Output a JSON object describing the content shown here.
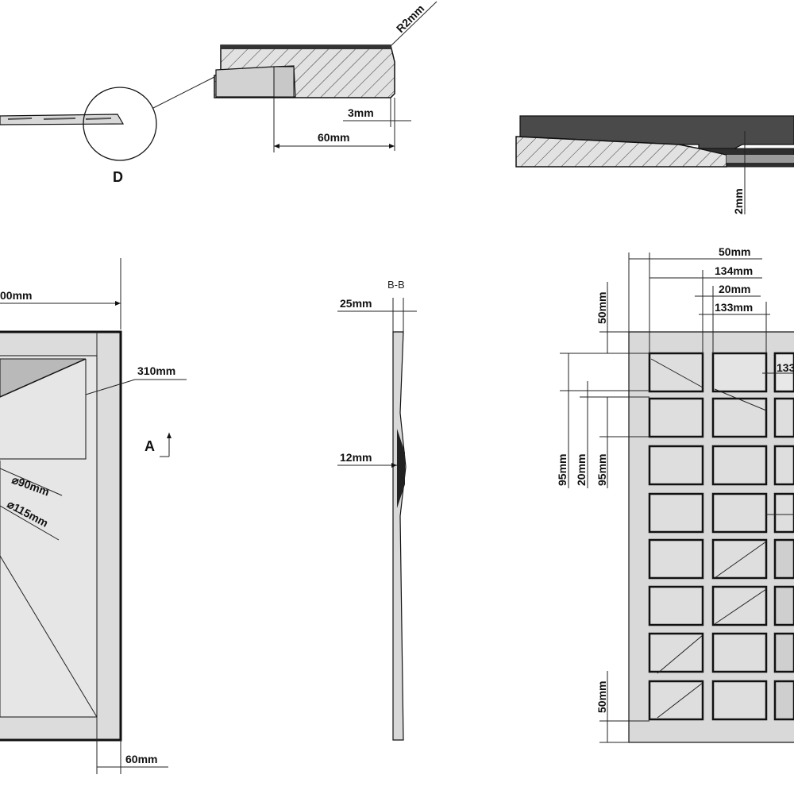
{
  "detail_d": {
    "label": "D",
    "radius_label": "R2mm",
    "offset_label": "3mm",
    "width_label": "60mm"
  },
  "detail_section_right": {
    "depth_label": "2mm"
  },
  "plan_view": {
    "overall_label": "00mm",
    "slope_label": "310mm",
    "section_marker": "A",
    "drain_inner_label": "⌀90mm",
    "drain_outer_label": "⌀115mm",
    "border_label": "60mm"
  },
  "section_bb": {
    "title": "B-B",
    "thickness_label": "25mm",
    "center_label": "12mm"
  },
  "grid_view": {
    "top_margin_label": "50mm",
    "col_width_label": "134mm",
    "gap_label": "20mm",
    "inner_col_label": "133mm",
    "cut_label": "133",
    "left_margin_label": "50mm",
    "row_height_label_a": "95mm",
    "row_gap_label": "20mm",
    "row_height_label_b": "95mm",
    "bottom_margin_label": "50mm"
  },
  "colors": {
    "line": "#111111",
    "fill_light": "#dcdcdc",
    "fill_mid": "#c6c6c6",
    "fill_dark": "#4a4a4a",
    "background": "#ffffff"
  }
}
